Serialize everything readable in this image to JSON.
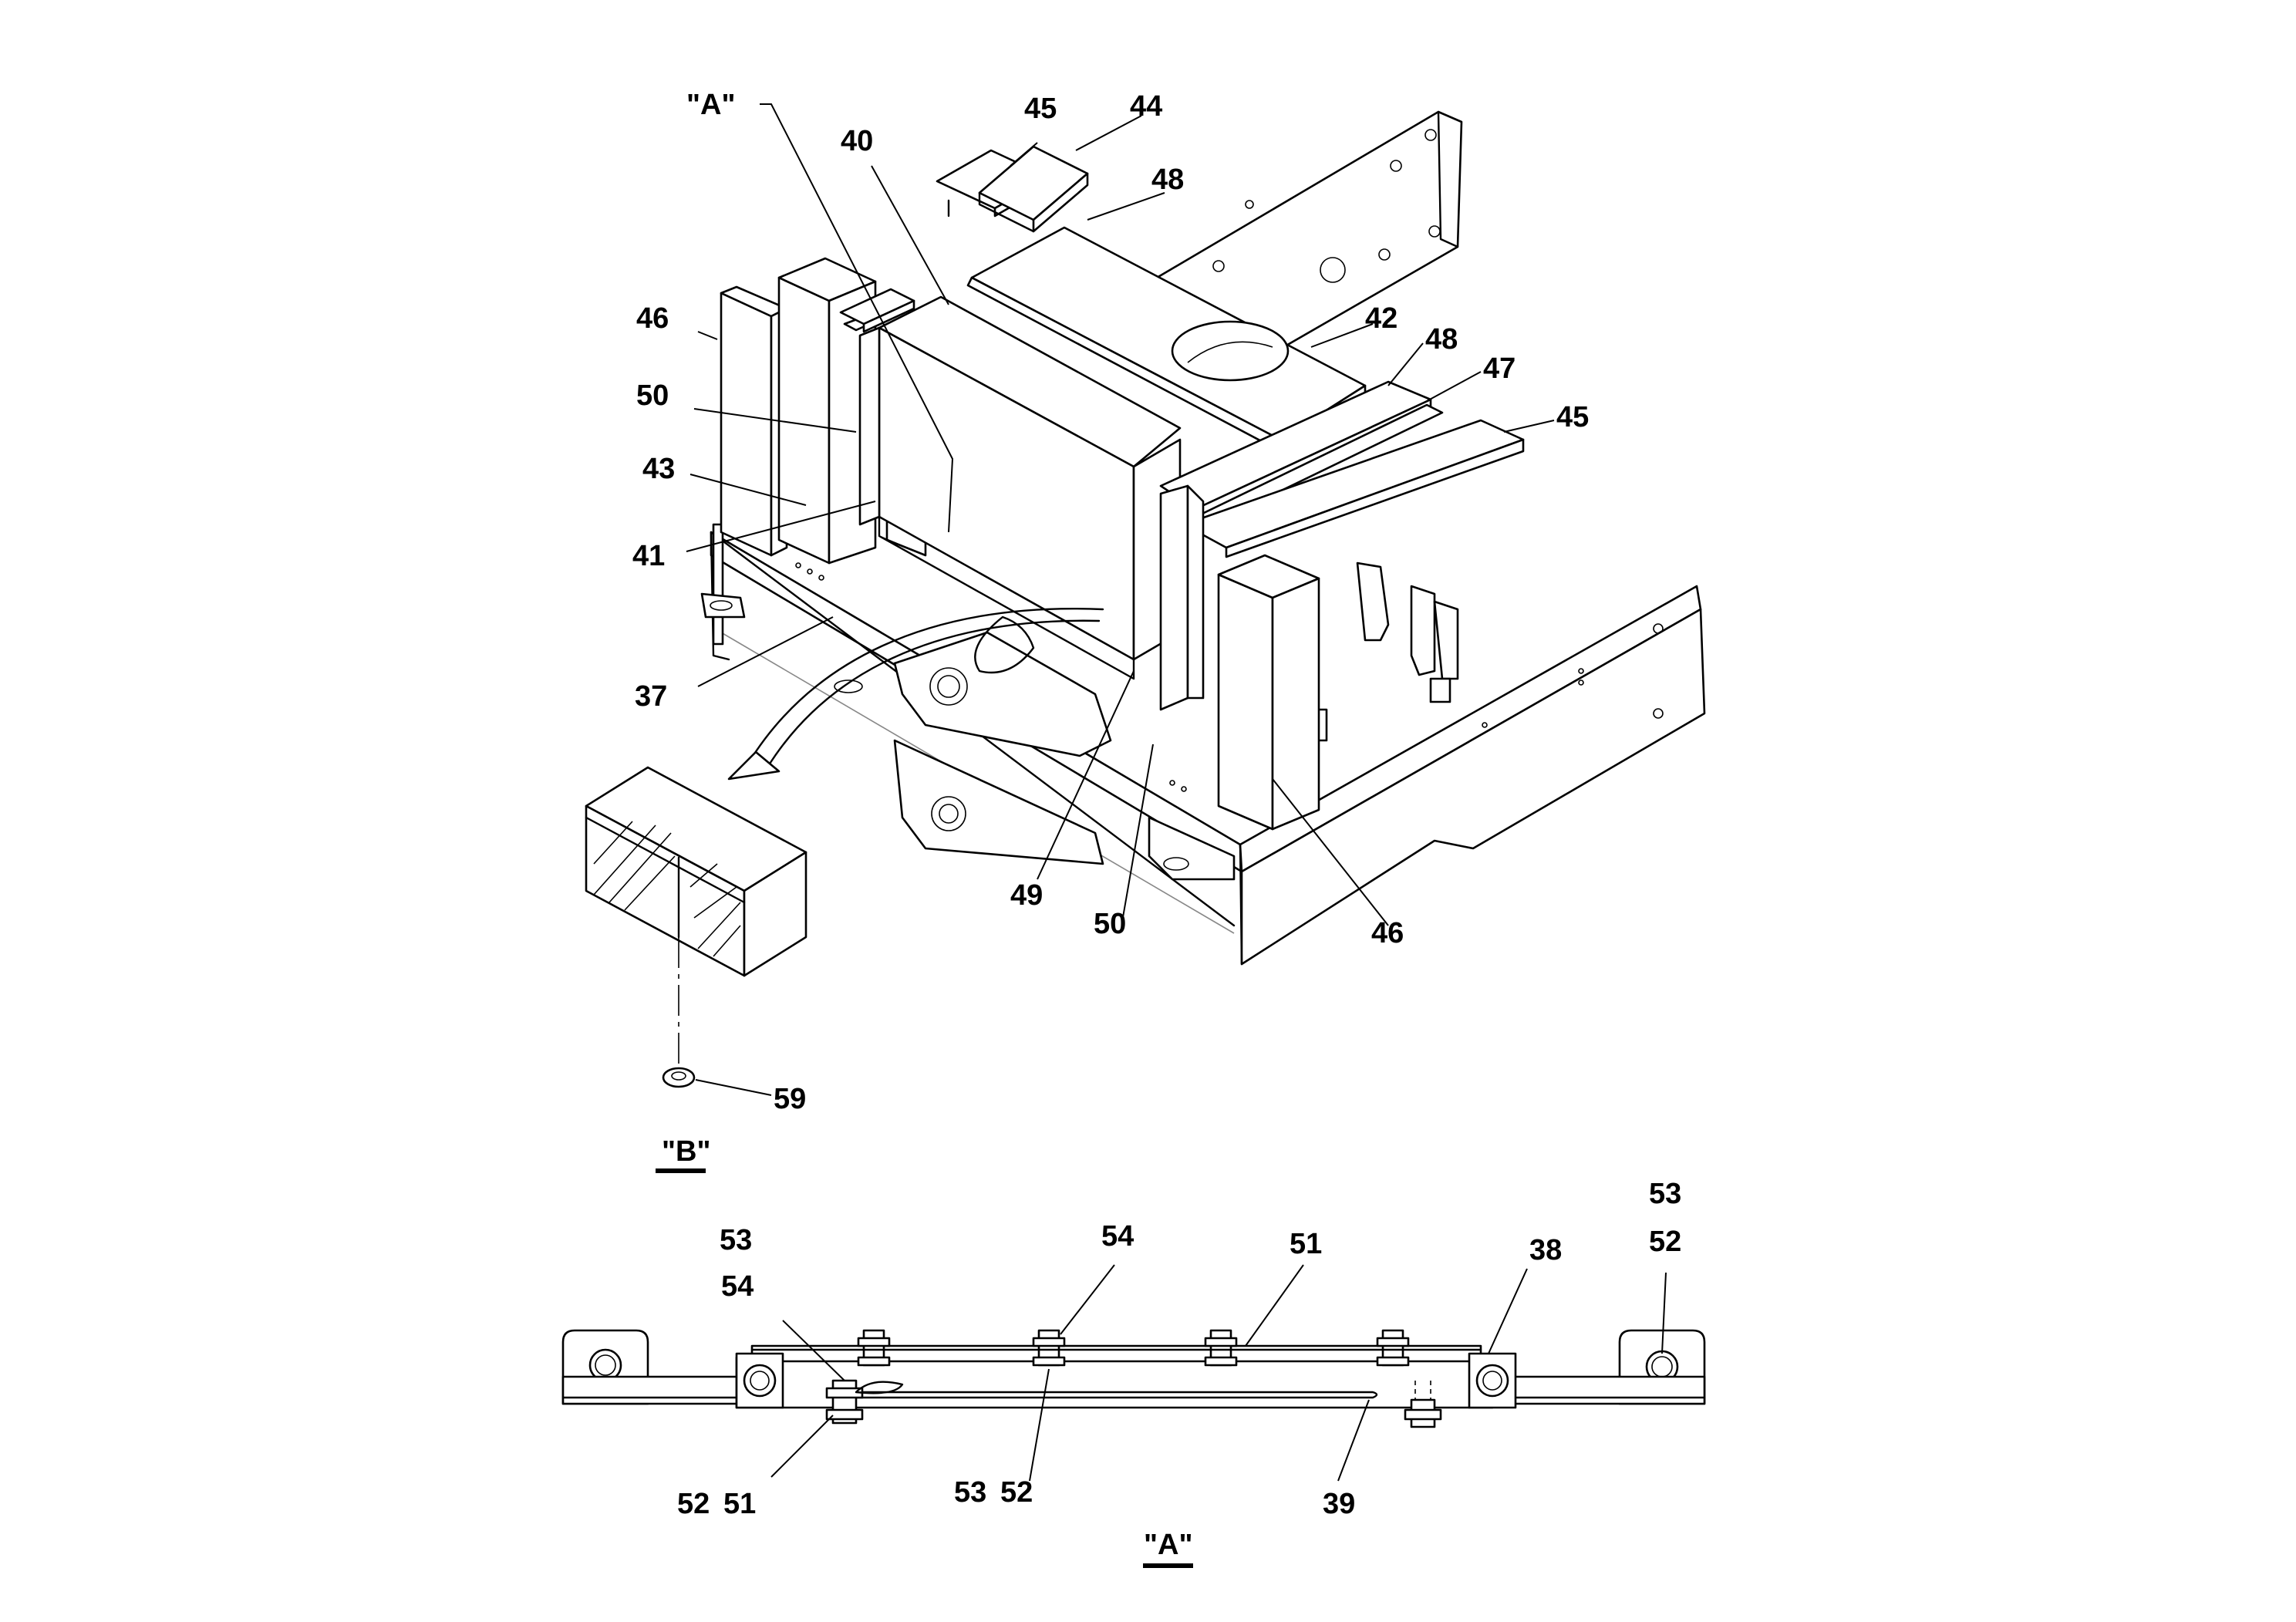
{
  "upper_view": {
    "callouts": {
      "a_ref": "\"A\"",
      "c45_top": "45",
      "c44": "44",
      "c40": "40",
      "c48_top": "48",
      "c46_left": "46",
      "c42": "42",
      "c48_right": "48",
      "c47": "47",
      "c45_right": "45",
      "c50_left": "50",
      "c43": "43",
      "c41": "41",
      "c37": "37",
      "c49": "49",
      "c50_bottom": "50",
      "c46_bottom": "46"
    }
  },
  "detail_b": {
    "callout_59": "59",
    "caption": "\"B\""
  },
  "detail_a": {
    "callouts": {
      "c53_left": "53",
      "c54_left": "54",
      "c54_center": "54",
      "c51_top": "51",
      "c38": "38",
      "c53_right": "53",
      "c52_right": "52",
      "c52_bottom_left": "52",
      "c51_bottom_left": "51",
      "c53_bottom": "53",
      "c52_bottom": "52",
      "c39": "39"
    },
    "caption": "\"A\""
  }
}
